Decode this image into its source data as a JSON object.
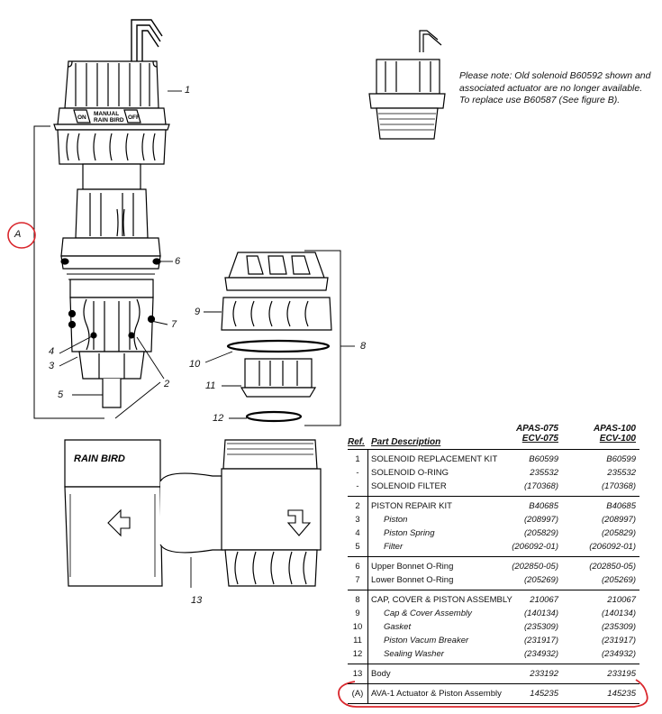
{
  "labels": {
    "l1": "1",
    "lA": "A",
    "l6": "6",
    "l7": "7",
    "l4": "4",
    "l3": "3",
    "l5": "5",
    "l2": "2",
    "l8": "8",
    "l9": "9",
    "l10": "10",
    "l11": "11",
    "l12": "12",
    "l13": "13"
  },
  "solenoid_text": {
    "manual": "MANUAL",
    "brand": "RAIN BIRD",
    "on": "ON",
    "off": "OFF"
  },
  "body_brand": "RAIN BIRD",
  "note": "Please note:  Old solenoid B60592 shown and associated actuator are no longer available. To replace use B60587 (See figure B).",
  "table": {
    "col1_line1": "APAS-075",
    "col1_line2": "ECV-075",
    "col2_line1": "APAS-100",
    "col2_line2": "ECV-100",
    "ref_header": "Ref.",
    "desc_header": "Part Description",
    "groups": [
      {
        "rows": [
          {
            "ref": "1",
            "desc": "SOLENOID REPLACEMENT KIT",
            "sub": false,
            "v1": "B60599",
            "v2": "B60599"
          },
          {
            "ref": "-",
            "desc": "SOLENOID O-RING",
            "sub": false,
            "v1": "235532",
            "v2": "235532"
          },
          {
            "ref": "-",
            "desc": "SOLENOID FILTER",
            "sub": false,
            "v1": "(170368)",
            "v2": "(170368)"
          }
        ]
      },
      {
        "rows": [
          {
            "ref": "2",
            "desc": "PISTON REPAIR KIT",
            "sub": false,
            "v1": "B40685",
            "v2": "B40685"
          },
          {
            "ref": "3",
            "desc": "Piston",
            "sub": true,
            "v1": "(208997)",
            "v2": "(208997)"
          },
          {
            "ref": "4",
            "desc": "Piston Spring",
            "sub": true,
            "v1": "(205829)",
            "v2": "(205829)"
          },
          {
            "ref": "5",
            "desc": "Filter",
            "sub": true,
            "v1": "(206092-01)",
            "v2": "(206092-01)"
          }
        ]
      },
      {
        "rows": [
          {
            "ref": "6",
            "desc": "Upper Bonnet O-Ring",
            "sub": false,
            "v1": "(202850-05)",
            "v2": "(202850-05)"
          },
          {
            "ref": "7",
            "desc": "Lower Bonnet O-Ring",
            "sub": false,
            "v1": "(205269)",
            "v2": "(205269)"
          }
        ]
      },
      {
        "rows": [
          {
            "ref": "8",
            "desc": "CAP, COVER & PISTON ASSEMBLY",
            "sub": false,
            "v1": "210067",
            "v2": "210067"
          },
          {
            "ref": "9",
            "desc": "Cap & Cover Assembly",
            "sub": true,
            "v1": "(140134)",
            "v2": "(140134)"
          },
          {
            "ref": "10",
            "desc": "Gasket",
            "sub": true,
            "v1": "(235309)",
            "v2": "(235309)"
          },
          {
            "ref": "11",
            "desc": "Piston Vacum Breaker",
            "sub": true,
            "v1": "(231917)",
            "v2": "(231917)"
          },
          {
            "ref": "12",
            "desc": "Sealing Washer",
            "sub": true,
            "v1": "(234932)",
            "v2": "(234932)"
          }
        ]
      },
      {
        "rows": [
          {
            "ref": "13",
            "desc": "Body",
            "sub": false,
            "v1": "233192",
            "v2": "233195"
          }
        ]
      },
      {
        "rows": [
          {
            "ref": "(A)",
            "desc": "AVA-1 Actuator & Piston Assembly",
            "sub": false,
            "v1": "145235",
            "v2": "145235"
          }
        ]
      }
    ]
  }
}
